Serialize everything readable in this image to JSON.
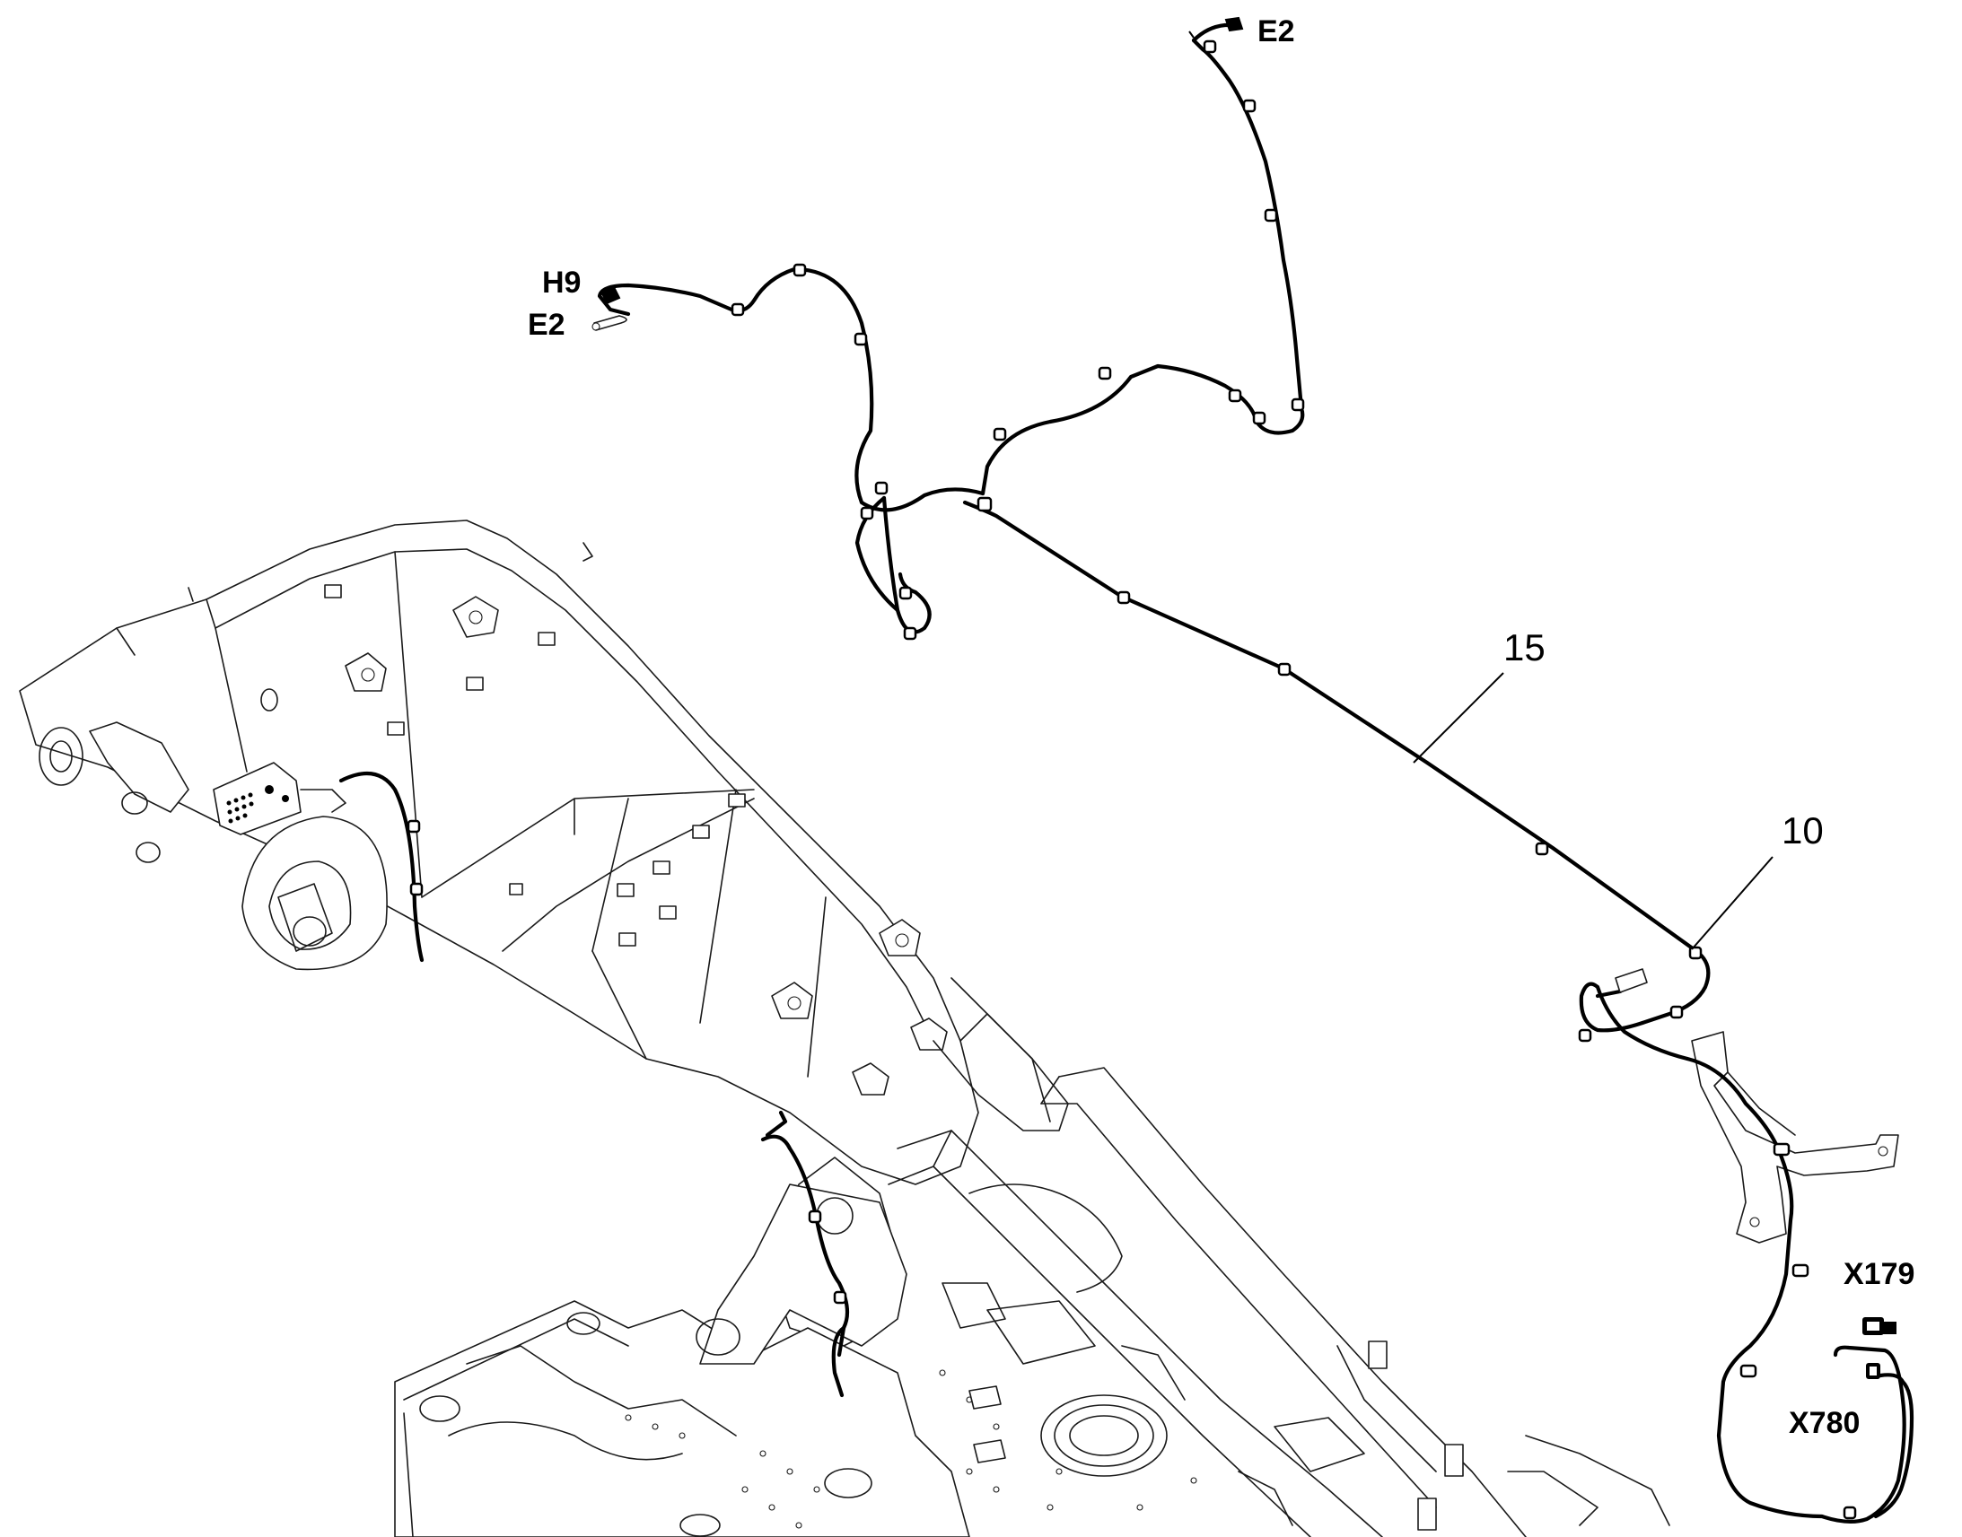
{
  "diagram": {
    "connector_labels": {
      "e2_top": "E2",
      "h9": "H9",
      "e2_left": "E2",
      "x179": "X179",
      "x780": "X780"
    },
    "callouts": {
      "item_15": "15",
      "item_10": "10"
    }
  }
}
